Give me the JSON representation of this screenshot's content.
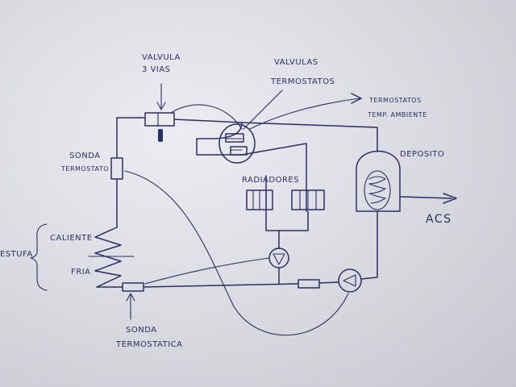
{
  "labels": {
    "valvula_3_vias_line1": "VALVULA",
    "valvula_3_vias_line2": "3 VIAS",
    "valvulas_termostatos_line1": "VALVULAS",
    "valvulas_termostatos_line2": "TERMOSTATOS",
    "termostatos_ambiente_line1": "TERMOSTATOS",
    "termostatos_ambiente_line2": "TEMP. AMBIENTE",
    "sonda_termostato_line1": "SONDA",
    "sonda_termostato_line2": "TERMOSTATO",
    "deposito": "DEPOSITO",
    "radiadores": "RADIADORES",
    "acs": "ACS",
    "estufa": "ESTUFA",
    "caliente": "CALIENTE",
    "fria": "FRIA",
    "sonda_termostatica_line1": "SONDA",
    "sonda_termostatica_line2": "TERMOSTATICA"
  }
}
